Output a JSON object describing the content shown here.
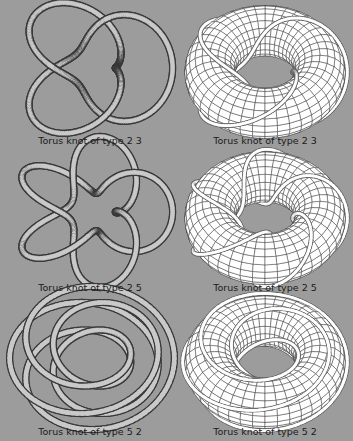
{
  "diagram": {
    "labels": [
      "Torus knot of type 2 3",
      "Torus knot of type 2 3",
      "Torus knot of type 2 5",
      "Torus knot of type 2 5",
      "Torus knot of type 5 2",
      "Torus knot of type 5 2"
    ]
  }
}
